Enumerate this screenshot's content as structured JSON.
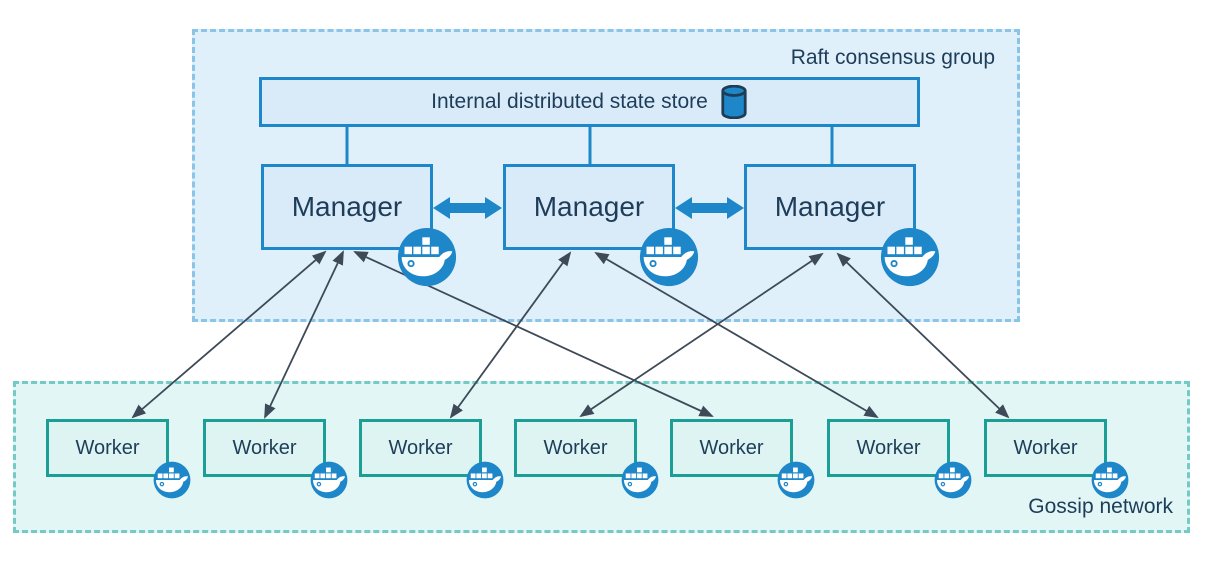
{
  "raft_group": {
    "label": "Raft consensus group",
    "state_store": {
      "label": "Internal distributed state store",
      "icon": "database-icon"
    },
    "managers": [
      {
        "id": "manager-1",
        "label": "Manager",
        "icon": "docker-whale-icon"
      },
      {
        "id": "manager-2",
        "label": "Manager",
        "icon": "docker-whale-icon"
      },
      {
        "id": "manager-3",
        "label": "Manager",
        "icon": "docker-whale-icon"
      }
    ]
  },
  "gossip_network": {
    "label": "Gossip network",
    "workers": [
      {
        "id": "worker-1",
        "label": "Worker",
        "icon": "docker-whale-icon"
      },
      {
        "id": "worker-2",
        "label": "Worker",
        "icon": "docker-whale-icon"
      },
      {
        "id": "worker-3",
        "label": "Worker",
        "icon": "docker-whale-icon"
      },
      {
        "id": "worker-4",
        "label": "Worker",
        "icon": "docker-whale-icon"
      },
      {
        "id": "worker-5",
        "label": "Worker",
        "icon": "docker-whale-icon"
      },
      {
        "id": "worker-6",
        "label": "Worker",
        "icon": "docker-whale-icon"
      },
      {
        "id": "worker-7",
        "label": "Worker",
        "icon": "docker-whale-icon"
      }
    ]
  },
  "connections": {
    "state_store_links": [
      "manager-1",
      "manager-2",
      "manager-3"
    ],
    "manager_peer_links": [
      {
        "from": "manager-1",
        "to": "manager-2",
        "style": "thick-double-arrow"
      },
      {
        "from": "manager-2",
        "to": "manager-3",
        "style": "thick-double-arrow"
      }
    ],
    "manager_worker_links": [
      {
        "from": "manager-1",
        "to": "worker-1",
        "style": "thin-double-arrow"
      },
      {
        "from": "manager-1",
        "to": "worker-2",
        "style": "thin-double-arrow"
      },
      {
        "from": "manager-1",
        "to": "worker-5",
        "style": "thin-double-arrow"
      },
      {
        "from": "manager-2",
        "to": "worker-3",
        "style": "thin-double-arrow"
      },
      {
        "from": "manager-2",
        "to": "worker-6",
        "style": "thin-double-arrow"
      },
      {
        "from": "manager-3",
        "to": "worker-4",
        "style": "thin-double-arrow"
      },
      {
        "from": "manager-3",
        "to": "worker-7",
        "style": "thin-double-arrow"
      }
    ]
  },
  "colors": {
    "raft_fill": "#dff0fb",
    "raft_border": "#8ac4e6",
    "blue_node_fill": "#d9ebf9",
    "blue_node_border": "#1e87c9",
    "gossip_fill": "#e1f6f5",
    "gossip_border": "#74cbc5",
    "worker_fill": "#def4f2",
    "worker_border": "#1a9e96",
    "thin_arrow": "#3e4a58",
    "thick_arrow": "#1e87c9",
    "whale_badge": "#1e87c9",
    "text": "#1e3d59"
  }
}
